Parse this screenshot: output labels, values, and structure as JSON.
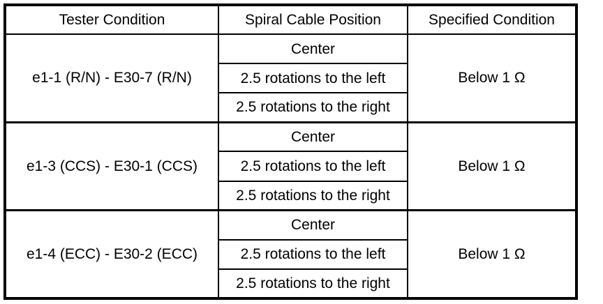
{
  "table": {
    "columns": [
      {
        "key": "tester_condition",
        "label": "Tester Condition"
      },
      {
        "key": "spiral_cable_position",
        "label": "Spiral Cable Position"
      },
      {
        "key": "specified_condition",
        "label": "Specified Condition"
      }
    ],
    "groups": [
      {
        "tester_condition": "e1-1 (R/N) - E30-7 (R/N)",
        "positions": [
          "Center",
          "2.5 rotations to the left",
          "2.5 rotations to the right"
        ],
        "specified_condition": "Below 1 Ω"
      },
      {
        "tester_condition": "e1-3 (CCS) - E30-1 (CCS)",
        "positions": [
          "Center",
          "2.5 rotations to the left",
          "2.5 rotations to the right"
        ],
        "specified_condition": "Below 1 Ω"
      },
      {
        "tester_condition": "e1-4 (ECC) - E30-2 (ECC)",
        "positions": [
          "Center",
          "2.5 rotations to the left",
          "2.5 rotations to the right"
        ],
        "specified_condition": "Below 1 Ω"
      }
    ]
  },
  "colors": {
    "border": "#000000",
    "background": "#ffffff",
    "text": "#000000"
  }
}
